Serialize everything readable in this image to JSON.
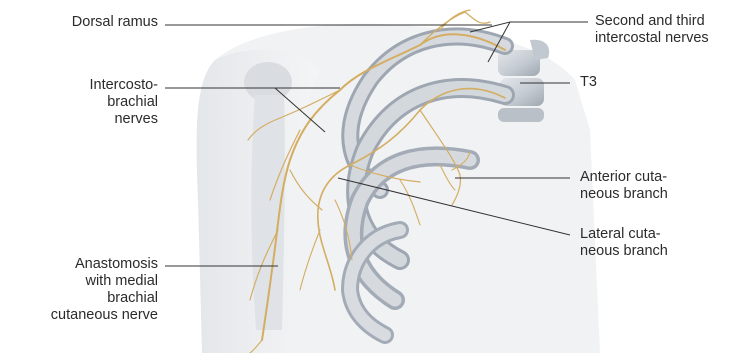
{
  "labels": {
    "dorsal_ramus": [
      "Dorsal ramus"
    ],
    "intercostobrachial": [
      "Intercosto-",
      "brachial",
      "nerves"
    ],
    "anastomosis": [
      "Anastomosis",
      "with medial",
      "brachial",
      "cutaneous nerve"
    ],
    "intercostal": [
      "Second and third",
      "intercostal nerves"
    ],
    "t3": [
      "T3"
    ],
    "anterior_cutaneous": [
      "Anterior cuta-",
      "neous branch"
    ],
    "lateral_cutaneous": [
      "Lateral cuta-",
      "neous branch"
    ]
  },
  "colors": {
    "nerve": "#d4ad62",
    "bone": "#c7cdd4",
    "bone_shadow": "#9aa3ad",
    "body": "#eef0f2",
    "leader": "#333333",
    "text": "#2b2b2b"
  }
}
